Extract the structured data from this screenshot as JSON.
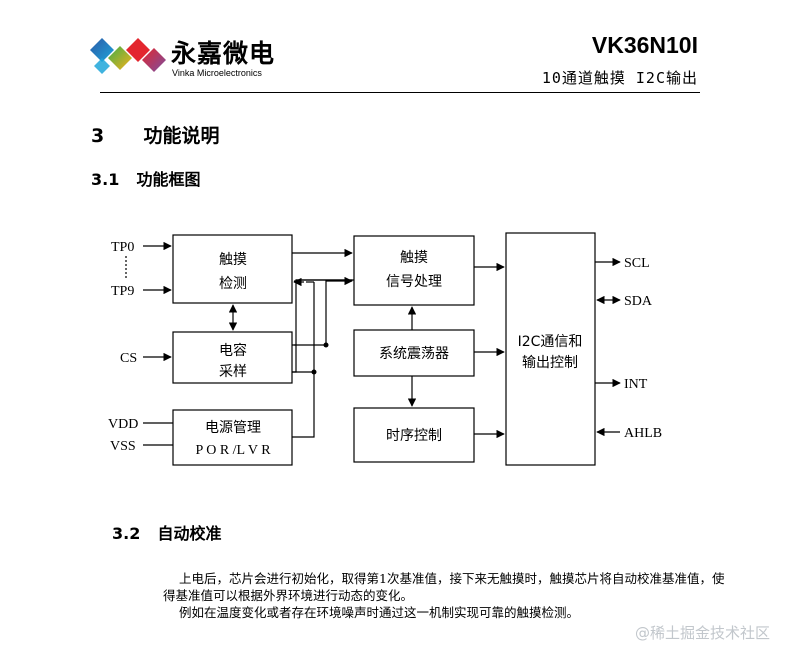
{
  "header": {
    "company_cn": "永嘉微电",
    "company_en": "Vinka Microelectronics",
    "model": "VK36N10I",
    "subtitle": "10通道触摸 I2C输出",
    "logo_colors": [
      "#e3262e",
      "#2b59a8",
      "#3fae49",
      "#f5b21a",
      "#7b4fa0",
      "#1fa6d9"
    ]
  },
  "section3": {
    "num": "3",
    "title": "功能说明"
  },
  "section3_1": {
    "num": "3.1",
    "title": "功能框图"
  },
  "diagram": {
    "blocks": {
      "touch_line1": "触摸",
      "touch_line2": "检测",
      "cap_line1": "电容",
      "cap_line2": "采样",
      "power_line1": "电源管理",
      "power_line2": "P O R /L V R",
      "signal_line1": "触摸",
      "signal_line2": "信号处理",
      "osc": "系统震荡器",
      "timing": "时序控制",
      "i2c_line1": "I2C通信和",
      "i2c_line2": "输出控制"
    },
    "pins_left": {
      "tp0": "TP0",
      "tp9": "TP9",
      "cs": "CS",
      "vdd": "VDD",
      "vss": "VSS"
    },
    "pins_right": {
      "scl": "SCL",
      "sda": "SDA",
      "int": "INT",
      "ahlb": "AHLB"
    }
  },
  "section3_2": {
    "num": "3.2",
    "title": "自动校准"
  },
  "paragraph": {
    "line1": "上电后，芯片会进行初始化，取得第1次基准值，接下来无触摸时，触摸芯片将自动校准基准值，使",
    "line2": "得基准值可以根据外界环境进行动态的变化。",
    "line3": "例如在温度变化或者存在环境噪声时通过这一机制实现可靠的触摸检测。"
  },
  "watermark": "@稀土掘金技术社区"
}
